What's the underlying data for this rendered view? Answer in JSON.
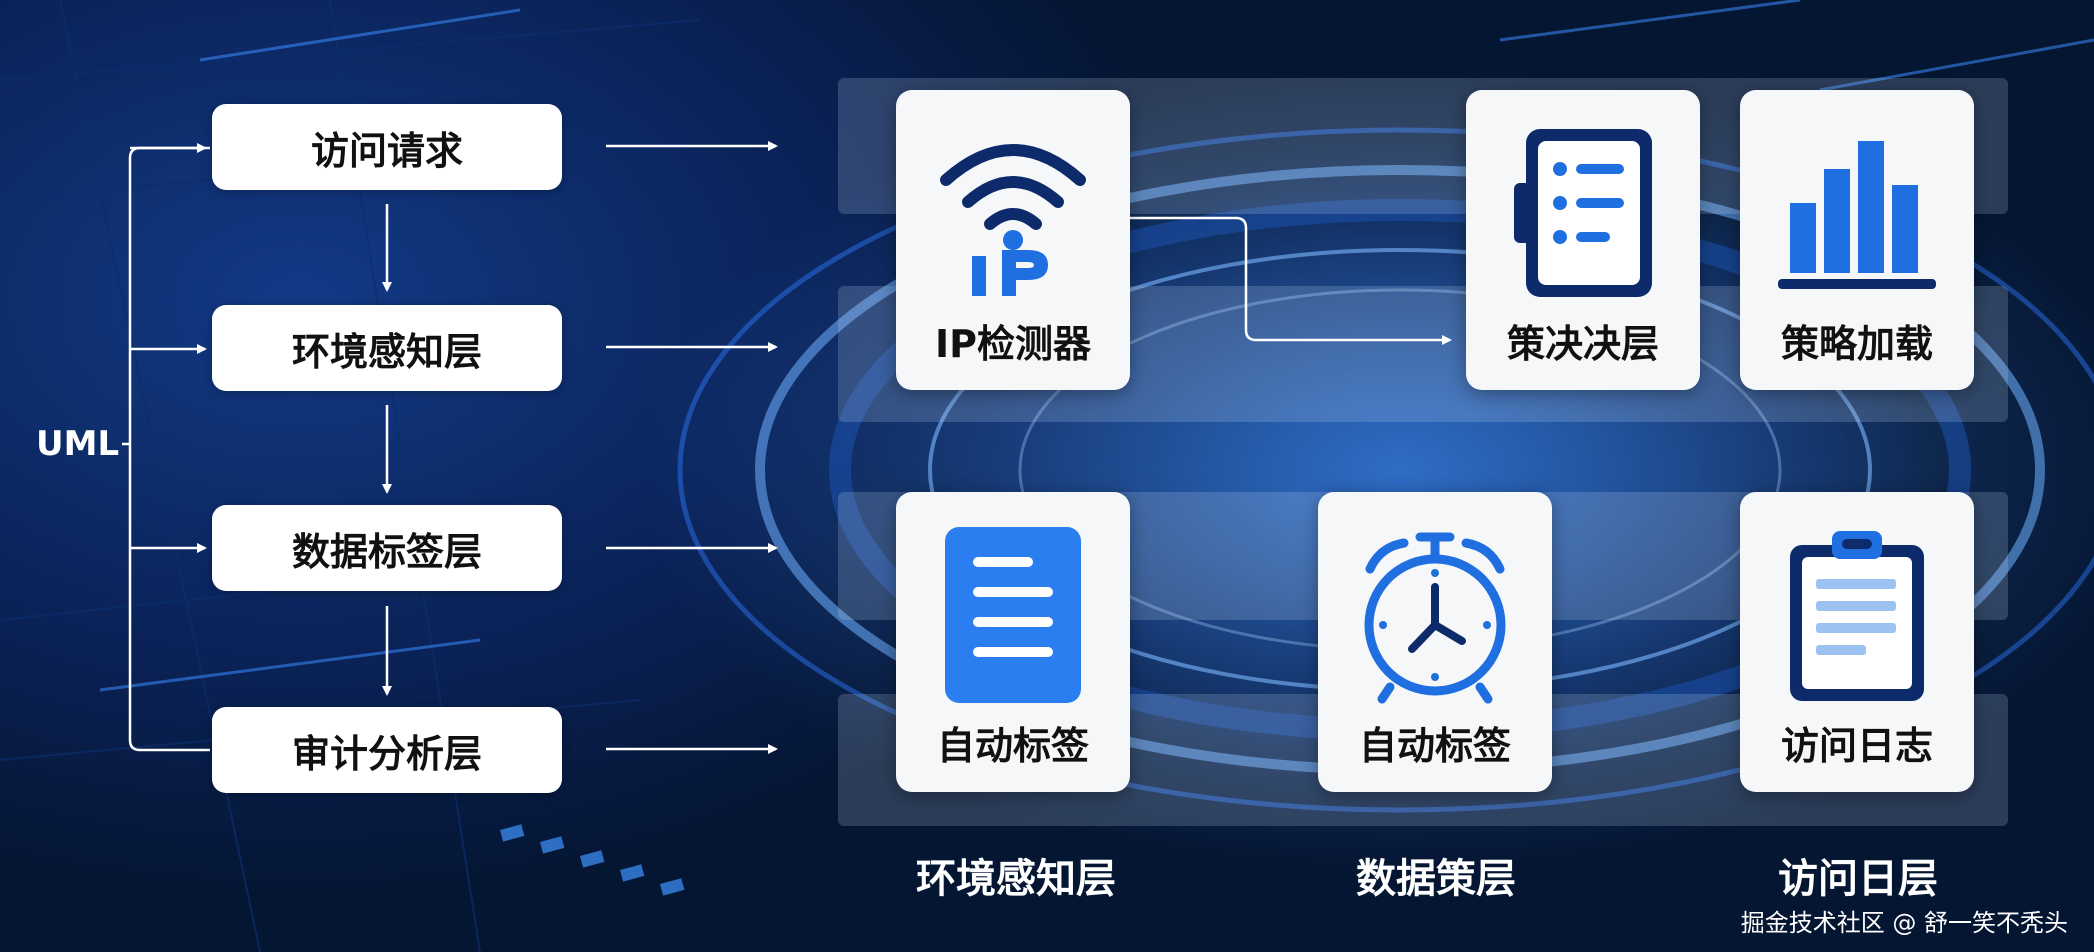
{
  "uml_label": "UML",
  "flow_steps": [
    {
      "label": "访问请求"
    },
    {
      "label": "环境感知层"
    },
    {
      "label": "数据标签层"
    },
    {
      "label": "审计分析层"
    }
  ],
  "cards": [
    {
      "label": "IP检测器",
      "icon": "wifi-ip-icon"
    },
    {
      "label": "策决决层",
      "icon": "checklist-icon"
    },
    {
      "label": "策略加载",
      "icon": "bar-chart-icon"
    },
    {
      "label": "自动标签",
      "icon": "document-icon"
    },
    {
      "label": "自动标签",
      "icon": "alarm-clock-icon"
    },
    {
      "label": "访问日志",
      "icon": "clipboard-icon"
    }
  ],
  "column_labels": [
    "环境感知层",
    "数据策层",
    "访问日层"
  ],
  "watermark": "掘金技术社区 @ 舒一笑不秃头",
  "colors": {
    "accent": "#1f6fe0",
    "dark_icon": "#0d2a6b",
    "card_bg": "#f6f7f9"
  }
}
